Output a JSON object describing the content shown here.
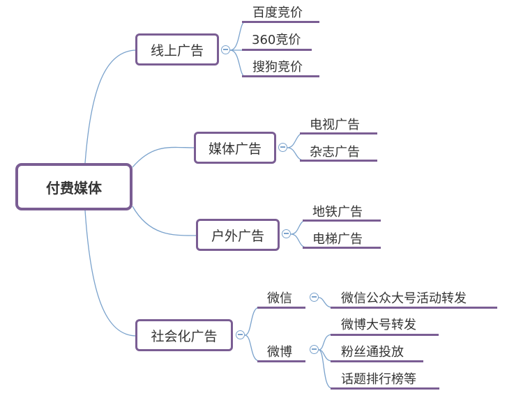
{
  "root": "付费媒体",
  "branches": {
    "online": {
      "label": "线上广告",
      "children": [
        "百度竞价",
        "360竞价",
        "搜狗竞价"
      ]
    },
    "media": {
      "label": "媒体广告",
      "children": [
        "电视广告",
        "杂志广告"
      ]
    },
    "outdoor": {
      "label": "户外广告",
      "children": [
        "地铁广告",
        "电梯广告"
      ]
    },
    "social": {
      "label": "社会化广告",
      "weixin": {
        "label": "微信",
        "children": [
          "微信公众大号活动转发"
        ]
      },
      "weibo": {
        "label": "微博",
        "children": [
          "微博大号转发",
          "粉丝通投放",
          "话题排行榜等"
        ]
      }
    }
  },
  "colors": {
    "node_border": "#7a5d93",
    "connector": "#7aa2cc"
  },
  "icons": {
    "collapse": "collapse-toggle-icon"
  }
}
